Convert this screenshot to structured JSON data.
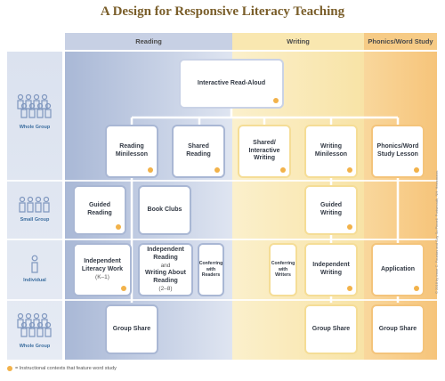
{
  "title": "A Design for Responsive Literacy Teaching",
  "columns": {
    "reading": "Reading",
    "writing": "Writing",
    "phonics": "Phonics/Word Study"
  },
  "rows": {
    "whole_group": "Whole Group",
    "small_group": "Small Group",
    "individual": "Individual",
    "whole_group_2": "Whole Group"
  },
  "boxes": {
    "interactive_read_aloud": "Interactive Read-Aloud",
    "reading_minilesson_1": "Reading",
    "reading_minilesson_2": "Minilesson",
    "shared_reading_1": "Shared",
    "shared_reading_2": "Reading",
    "shared_writing_1": "Shared/",
    "shared_writing_2": "Interactive",
    "shared_writing_3": "Writing",
    "writing_minilesson_1": "Writing",
    "writing_minilesson_2": "Minilesson",
    "phonics_lesson_1": "Phonics/Word",
    "phonics_lesson_2": "Study Lesson",
    "guided_reading_1": "Guided",
    "guided_reading_2": "Reading",
    "book_clubs": "Book Clubs",
    "guided_writing_1": "Guided",
    "guided_writing_2": "Writing",
    "ind_literacy_1": "Independent",
    "ind_literacy_2": "Literacy Work",
    "ind_literacy_sub": "(K–1)",
    "ind_reading_1": "Independent",
    "ind_reading_2": "Reading",
    "ind_reading_and": "and",
    "ind_reading_3": "Writing About",
    "ind_reading_4": "Reading",
    "ind_reading_sub": "(2–8)",
    "conf_readers_1": "Conferring",
    "conf_readers_2": "with",
    "conf_readers_3": "Readers",
    "conf_writers_1": "Conferring",
    "conf_writers_2": "with",
    "conf_writers_3": "Writers",
    "ind_writing_1": "Independent",
    "ind_writing_2": "Writing",
    "application": "Application",
    "group_share_reading": "Group Share",
    "group_share_writing": "Group Share",
    "group_share_phonics": "Group Share"
  },
  "legend": "= Instructional contexts that feature word study",
  "copyright": "© 2018 by Irene C. Fountas and Gay Su Pinnell. Portsmouth, NH: Heinemann.",
  "colors": {
    "reading_column": "#b4c2dc",
    "writing_column": "#f9e7b0",
    "phonics_column": "#f7c984",
    "label_column": "#d3dcec",
    "word_study_dot": "#f2b24a",
    "title": "#7a5e2a",
    "row_label": "#3e6fa0"
  }
}
